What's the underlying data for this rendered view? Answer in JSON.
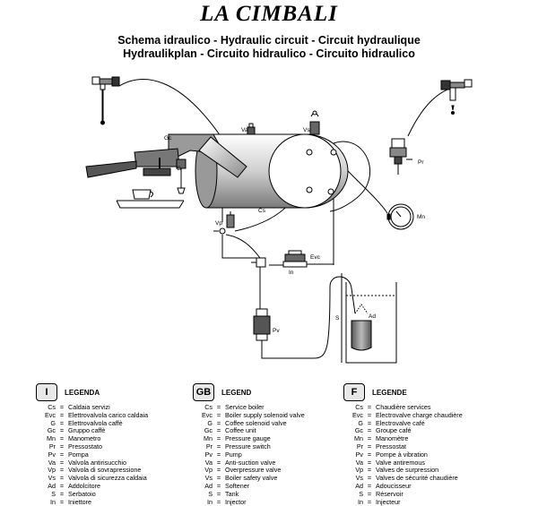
{
  "brand": "LA CIMBALI",
  "title_line1": "Schema idraulico - Hydraulic circuit - Circuit hydraulique",
  "title_line2": "Hydraulikplan - Circuito hidraulico - Circuito hidraulico",
  "component_labels": {
    "gc": "Gc",
    "g": "G",
    "va": "Va",
    "vs": "Vs",
    "cs": "Cs",
    "pr": "Pr",
    "mn": "Mn",
    "vp": "Vp",
    "evc": "Evc",
    "in": "In",
    "pv": "Pv",
    "s": "S",
    "ad": "Ad"
  },
  "legends": [
    {
      "badge": "I",
      "title": "LEGENDA",
      "rows": [
        {
          "code": "Cs",
          "desc": "Caldaia servizi"
        },
        {
          "code": "Evc",
          "desc": "Elettrovalvola carico caldaia"
        },
        {
          "code": "G",
          "desc": "Elettrovalvola caffè"
        },
        {
          "code": "Gc",
          "desc": "Gruppo caffè"
        },
        {
          "code": "Mn",
          "desc": "Manometro"
        },
        {
          "code": "Pr",
          "desc": "Pressostato"
        },
        {
          "code": "Pv",
          "desc": "Pompa"
        },
        {
          "code": "Va",
          "desc": "Valvola antirisucchio"
        },
        {
          "code": "Vp",
          "desc": "Valvola di sovrapressione"
        },
        {
          "code": "Vs",
          "desc": "Valvola di sicurezza caldaia"
        },
        {
          "code": "Ad",
          "desc": " Addolcitore"
        },
        {
          "code": "S",
          "desc": " Serbatoio"
        },
        {
          "code": "In",
          "desc": "Iniettore"
        }
      ]
    },
    {
      "badge": "GB",
      "title": "LEGEND",
      "rows": [
        {
          "code": "Cs",
          "desc": "Service boiler"
        },
        {
          "code": "Evc",
          "desc": "Boiler supply solenoid valve"
        },
        {
          "code": "G",
          "desc": "Coffee solenoid valve"
        },
        {
          "code": "Gc",
          "desc": "Coffee unit"
        },
        {
          "code": "Mn",
          "desc": "Pressure gauge"
        },
        {
          "code": "Pr",
          "desc": "Pressure switch"
        },
        {
          "code": "Pv",
          "desc": "Pump"
        },
        {
          "code": "Va",
          "desc": "Anti-suction valve"
        },
        {
          "code": "Vp",
          "desc": "Overpressure valve"
        },
        {
          "code": "Vs",
          "desc": "Boiler safety valve"
        },
        {
          "code": "Ad",
          "desc": " Softener"
        },
        {
          "code": "S",
          "desc": " Tank"
        },
        {
          "code": "In",
          "desc": "Injector"
        }
      ]
    },
    {
      "badge": "F",
      "title": "LEGENDE",
      "rows": [
        {
          "code": "Cs",
          "desc": "Chaudière services"
        },
        {
          "code": "Evc",
          "desc": "Electrovalve charge chaudière"
        },
        {
          "code": "G",
          "desc": "Electrovalve café"
        },
        {
          "code": "Gc",
          "desc": "Groupe café"
        },
        {
          "code": "Mn",
          "desc": "Manomètre"
        },
        {
          "code": "Pr",
          "desc": "Pressostat"
        },
        {
          "code": "Pv",
          "desc": "Pompe à vibration"
        },
        {
          "code": "Va",
          "desc": "Valve antiremous"
        },
        {
          "code": "Vp",
          "desc": "Valves de surpression"
        },
        {
          "code": "Vs",
          "desc": "Valves de sécurité chaudière"
        },
        {
          "code": "Ad",
          "desc": " Adoucisseur"
        },
        {
          "code": "S",
          "desc": " Réservoir"
        },
        {
          "code": "In",
          "desc": "Injecteur"
        }
      ]
    }
  ]
}
